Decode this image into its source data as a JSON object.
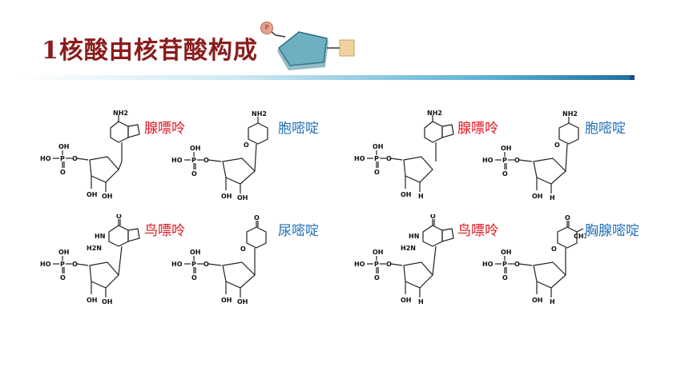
{
  "title": "1核酸由核苷酸构成",
  "logo": {
    "phosphate_letter": "P"
  },
  "colors": {
    "title": "#8b1c1c",
    "purine_label": "#e0141e",
    "pyrimidine_label": "#1f6fb6"
  },
  "ribonucleotides": {
    "adenine": {
      "label": "腺嘌呤",
      "ring_text": "NH2"
    },
    "cytosine": {
      "label": "胞嘧啶",
      "ring_text": "NH2"
    },
    "guanine": {
      "label": "鸟嘌呤",
      "ring_text": "O"
    },
    "uracil": {
      "label": "尿嘧啶",
      "ring_text": "O"
    }
  },
  "deoxyribonucleotides": {
    "adenine": {
      "label": "腺嘌呤",
      "ring_text": "NH2"
    },
    "cytosine": {
      "label": "胞嘧啶",
      "ring_text": "NH2"
    },
    "guanine": {
      "label": "鸟嘌呤",
      "ring_text": "O"
    },
    "thymine": {
      "label": "胸腺嘧啶",
      "ring_text": "O"
    }
  },
  "chem_text": {
    "oh": "OH",
    "h": "H",
    "ho": "HO",
    "p": "P",
    "o": "O",
    "nh2": "NH2",
    "n": "N",
    "h2n": "H2N",
    "hn": "HN",
    "ch3": "CH3"
  }
}
